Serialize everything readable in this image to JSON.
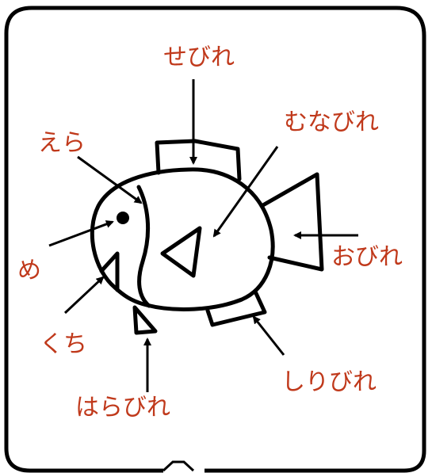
{
  "colors": {
    "label": "#c0391b",
    "outline": "#000000",
    "background": "#ffffff"
  },
  "labels": {
    "sebire": "せびれ",
    "munabire": "むなびれ",
    "era": "えら",
    "me": "め",
    "obire": "おびれ",
    "kuchi": "くち",
    "shiribire": "しりびれ",
    "harabire": "はらびれ"
  }
}
